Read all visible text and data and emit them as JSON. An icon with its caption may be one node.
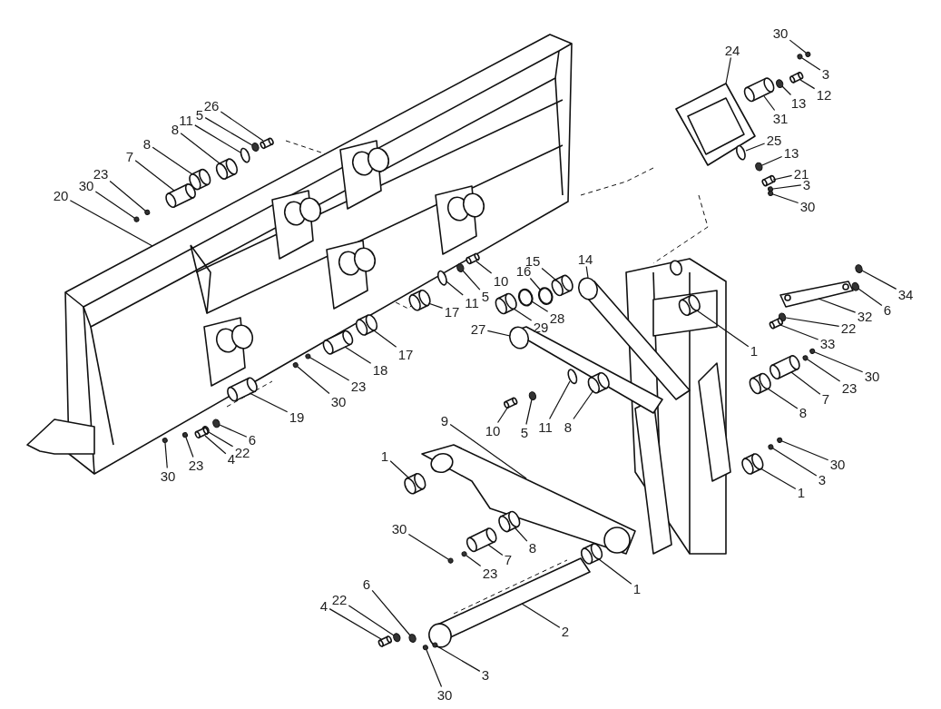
{
  "diagram": {
    "nodes": [
      {
        "text": [
          "26"
        ]
      },
      {
        "text": [
          "5"
        ]
      },
      {
        "text": [
          "11"
        ]
      },
      {
        "text": [
          "8"
        ]
      },
      {
        "text": [
          "8"
        ]
      },
      {
        "text": [
          "7"
        ]
      },
      {
        "text": [
          "23"
        ]
      },
      {
        "text": [
          "30"
        ]
      },
      {
        "text": [
          "20"
        ]
      },
      {
        "text": [
          "19"
        ]
      },
      {
        "text": [
          "6"
        ]
      },
      {
        "text": [
          "22"
        ]
      },
      {
        "text": [
          "4"
        ]
      },
      {
        "text": [
          "23"
        ]
      },
      {
        "text": [
          "30"
        ]
      },
      {
        "text": [
          "10"
        ]
      },
      {
        "text": [
          "5"
        ]
      },
      {
        "text": [
          "11"
        ]
      },
      {
        "text": [
          "17"
        ]
      },
      {
        "text": [
          "16"
        ]
      },
      {
        "text": [
          "15"
        ]
      },
      {
        "text": [
          "14"
        ]
      },
      {
        "text": [
          "28"
        ]
      },
      {
        "text": [
          "29"
        ]
      },
      {
        "text": [
          "27"
        ]
      },
      {
        "text": [
          "17"
        ]
      },
      {
        "text": [
          "18"
        ]
      },
      {
        "text": [
          "23"
        ]
      },
      {
        "text": [
          "30"
        ]
      },
      {
        "text": [
          "10"
        ]
      },
      {
        "text": [
          "5"
        ]
      },
      {
        "text": [
          "11"
        ]
      },
      {
        "text": [
          "8"
        ]
      },
      {
        "text": [
          "9"
        ]
      },
      {
        "text": [
          "30"
        ]
      },
      {
        "text": [
          "3"
        ]
      },
      {
        "text": [
          "24"
        ]
      },
      {
        "text": [
          "12"
        ]
      },
      {
        "text": [
          "13"
        ]
      },
      {
        "text": [
          "31"
        ]
      },
      {
        "text": [
          "25"
        ]
      },
      {
        "text": [
          "13"
        ]
      },
      {
        "text": [
          "21"
        ]
      },
      {
        "text": [
          "3"
        ]
      },
      {
        "text": [
          "30"
        ]
      },
      {
        "text": [
          "34"
        ]
      },
      {
        "text": [
          "6"
        ]
      },
      {
        "text": [
          "32"
        ]
      },
      {
        "text": [
          "22"
        ]
      },
      {
        "text": [
          "33"
        ]
      },
      {
        "text": [
          "1"
        ]
      },
      {
        "text": [
          "30"
        ]
      },
      {
        "text": [
          "23"
        ]
      },
      {
        "text": [
          "7"
        ]
      },
      {
        "text": [
          "8"
        ]
      },
      {
        "text": [
          "30"
        ]
      },
      {
        "text": [
          "3"
        ]
      },
      {
        "text": [
          "1"
        ]
      },
      {
        "text": [
          "1"
        ]
      },
      {
        "text": [
          "30"
        ]
      },
      {
        "text": [
          "8"
        ]
      },
      {
        "text": [
          "7"
        ]
      },
      {
        "text": [
          "23"
        ]
      },
      {
        "text": [
          "1"
        ]
      },
      {
        "text": [
          "2"
        ]
      },
      {
        "text": [
          "6"
        ]
      },
      {
        "text": [
          "22"
        ]
      },
      {
        "text": [
          "4"
        ]
      },
      {
        "text": [
          "3"
        ]
      },
      {
        "text": [
          "30"
        ]
      },
      {
        "text": [],
        "shape": "picture"
      },
      {
        "text": [],
        "shape": "circle"
      },
      {
        "text": [],
        "shape": "circle"
      },
      {
        "text": [],
        "shape": "picture"
      },
      {
        "text": [],
        "shape": "picture"
      },
      {
        "text": [],
        "shape": "picture"
      },
      {
        "text": [],
        "shape": "circle"
      },
      {
        "text": [],
        "shape": "circle"
      },
      {
        "text": [],
        "shape": "picture"
      },
      {
        "text": [],
        "shape": "picture"
      },
      {
        "text": [],
        "shape": "circle"
      },
      {
        "text": [],
        "shape": "circle"
      },
      {
        "text": [],
        "shape": "picture"
      },
      {
        "text": [],
        "shape": "circle"
      },
      {
        "text": [],
        "shape": "circle"
      },
      {
        "text": [],
        "shape": "picture"
      },
      {
        "text": [],
        "shape": "circle"
      },
      {
        "text": [],
        "shape": "circle"
      },
      {
        "text": [],
        "shape": "picture"
      },
      {
        "text": [],
        "shape": "circle"
      },
      {
        "text": [],
        "shape": "picture"
      },
      {
        "text": [],
        "shape": "picture"
      },
      {
        "text": [],
        "shape": "circle"
      },
      {
        "text": [],
        "shape": "picture"
      },
      {
        "text": [],
        "shape": "picture"
      },
      {
        "text": [],
        "shape": "picture"
      },
      {
        "text": [],
        "shape": "picture"
      },
      {
        "text": [],
        "shape": "circle"
      },
      {
        "text": [],
        "shape": "circle"
      },
      {
        "text": [],
        "shape": "picture"
      },
      {
        "text": [],
        "shape": "circle"
      },
      {
        "text": [],
        "shape": "circle"
      },
      {
        "text": [],
        "shape": "picture"
      },
      {
        "text": [],
        "shape": "picture"
      },
      {
        "text": [],
        "shape": "circle"
      },
      {
        "text": [],
        "shape": "circle"
      },
      {
        "text": [],
        "shape": "picture"
      },
      {
        "text": [],
        "shape": "picture"
      },
      {
        "text": [],
        "shape": "circle"
      },
      {
        "text": [],
        "shape": "picture"
      },
      {
        "text": [],
        "shape": "circle"
      },
      {
        "text": [],
        "shape": "circle"
      },
      {
        "text": [],
        "shape": "picture"
      },
      {
        "text": [],
        "shape": "circle"
      },
      {
        "text": [],
        "shape": "circle"
      },
      {
        "text": [],
        "shape": "circle"
      },
      {
        "text": [],
        "shape": "circle"
      },
      {
        "text": [],
        "shape": "picture"
      },
      {
        "text": [],
        "shape": "circle"
      },
      {
        "text": [],
        "shape": "picture"
      },
      {
        "text": [],
        "shape": "picture"
      },
      {
        "text": [],
        "shape": "circle"
      },
      {
        "text": [],
        "shape": "circle"
      },
      {
        "text": [],
        "shape": "picture"
      },
      {
        "text": [],
        "shape": "picture"
      },
      {
        "text": [],
        "shape": "circle"
      },
      {
        "text": [],
        "shape": "circle"
      },
      {
        "text": [],
        "shape": "picture"
      },
      {
        "text": [],
        "shape": "picture"
      },
      {
        "text": [],
        "shape": "circle"
      },
      {
        "text": [],
        "shape": "picture"
      },
      {
        "text": [],
        "shape": "picture"
      },
      {
        "text": [],
        "shape": "circle"
      },
      {
        "text": [],
        "shape": "picture"
      },
      {
        "text": [],
        "shape": "picture"
      },
      {
        "text": [],
        "shape": "circle"
      },
      {
        "text": [],
        "shape": "circle"
      },
      {
        "text": [],
        "shape": "picture"
      },
      {
        "text": [],
        "shape": "circle"
      },
      {
        "text": [],
        "shape": "circle"
      }
    ],
    "edges": [
      {
        "from": 0,
        "to": 70,
        "arrow": "none"
      },
      {
        "from": 1,
        "to": 71,
        "arrow": "none"
      },
      {
        "from": 2,
        "to": 72,
        "arrow": "none"
      },
      {
        "from": 3,
        "to": 73,
        "arrow": "none"
      },
      {
        "from": 4,
        "to": 74,
        "arrow": "none"
      },
      {
        "from": 5,
        "to": 75,
        "arrow": "none"
      },
      {
        "from": 6,
        "to": 76,
        "arrow": "none"
      },
      {
        "from": 7,
        "to": 77,
        "arrow": "none"
      },
      {
        "from": 8,
        "to": 78,
        "arrow": "none"
      },
      {
        "from": 9,
        "to": 79,
        "arrow": "none"
      },
      {
        "from": 10,
        "to": 80,
        "arrow": "none"
      },
      {
        "from": 11,
        "to": 81,
        "arrow": "none"
      },
      {
        "from": 12,
        "to": 82,
        "arrow": "none"
      },
      {
        "from": 13,
        "to": 83,
        "arrow": "none"
      },
      {
        "from": 14,
        "to": 84,
        "arrow": "none"
      },
      {
        "from": 15,
        "to": 85,
        "arrow": "none"
      },
      {
        "from": 16,
        "to": 86,
        "arrow": "none"
      },
      {
        "from": 17,
        "to": 87,
        "arrow": "none"
      },
      {
        "from": 18,
        "to": 88,
        "arrow": "none"
      },
      {
        "from": 19,
        "to": 89,
        "arrow": "none"
      },
      {
        "from": 20,
        "to": 90,
        "arrow": "none"
      },
      {
        "from": 21,
        "to": 91,
        "arrow": "none"
      },
      {
        "from": 22,
        "to": 92,
        "arrow": "none"
      },
      {
        "from": 23,
        "to": 93,
        "arrow": "none"
      },
      {
        "from": 24,
        "to": 94,
        "arrow": "none"
      },
      {
        "from": 25,
        "to": 95,
        "arrow": "none"
      },
      {
        "from": 26,
        "to": 96,
        "arrow": "none"
      },
      {
        "from": 27,
        "to": 97,
        "arrow": "none"
      },
      {
        "from": 28,
        "to": 98,
        "arrow": "none"
      },
      {
        "from": 29,
        "to": 99,
        "arrow": "none"
      },
      {
        "from": 30,
        "to": 100,
        "arrow": "none"
      },
      {
        "from": 31,
        "to": 101,
        "arrow": "none"
      },
      {
        "from": 32,
        "to": 102,
        "arrow": "none"
      },
      {
        "from": 33,
        "to": 103,
        "arrow": "none"
      },
      {
        "from": 34,
        "to": 104,
        "arrow": "none"
      },
      {
        "from": 35,
        "to": 105,
        "arrow": "none"
      },
      {
        "from": 36,
        "to": 106,
        "arrow": "none"
      },
      {
        "from": 37,
        "to": 107,
        "arrow": "none"
      },
      {
        "from": 38,
        "to": 108,
        "arrow": "none"
      },
      {
        "from": 39,
        "to": 109,
        "arrow": "none"
      },
      {
        "from": 40,
        "to": 110,
        "arrow": "none"
      },
      {
        "from": 41,
        "to": 111,
        "arrow": "none"
      },
      {
        "from": 42,
        "to": 112,
        "arrow": "none"
      },
      {
        "from": 43,
        "to": 113,
        "arrow": "none"
      },
      {
        "from": 44,
        "to": 114,
        "arrow": "none"
      },
      {
        "from": 45,
        "to": 115,
        "arrow": "none"
      },
      {
        "from": 46,
        "to": 116,
        "arrow": "none"
      },
      {
        "from": 47,
        "to": 117,
        "arrow": "none"
      },
      {
        "from": 48,
        "to": 118,
        "arrow": "none"
      },
      {
        "from": 49,
        "to": 119,
        "arrow": "none"
      },
      {
        "from": 50,
        "to": 120,
        "arrow": "none"
      },
      {
        "from": 51,
        "to": 121,
        "arrow": "none"
      },
      {
        "from": 52,
        "to": 122,
        "arrow": "none"
      },
      {
        "from": 53,
        "to": 123,
        "arrow": "none"
      },
      {
        "from": 54,
        "to": 124,
        "arrow": "none"
      },
      {
        "from": 55,
        "to": 125,
        "arrow": "none"
      },
      {
        "from": 56,
        "to": 126,
        "arrow": "none"
      },
      {
        "from": 57,
        "to": 127,
        "arrow": "none"
      },
      {
        "from": 58,
        "to": 128,
        "arrow": "none"
      },
      {
        "from": 59,
        "to": 129,
        "arrow": "none"
      },
      {
        "from": 60,
        "to": 130,
        "arrow": "none"
      },
      {
        "from": 61,
        "to": 131,
        "arrow": "none"
      },
      {
        "from": 62,
        "to": 132,
        "arrow": "none"
      },
      {
        "from": 63,
        "to": 133,
        "arrow": "none"
      },
      {
        "from": 64,
        "to": 134,
        "arrow": "none"
      },
      {
        "from": 65,
        "to": 135,
        "arrow": "none"
      },
      {
        "from": 66,
        "to": 136,
        "arrow": "none"
      },
      {
        "from": 67,
        "to": 137,
        "arrow": "none"
      },
      {
        "from": 68,
        "to": 138,
        "arrow": "none"
      },
      {
        "from": 69,
        "to": 139,
        "arrow": "none"
      }
    ]
  }
}
